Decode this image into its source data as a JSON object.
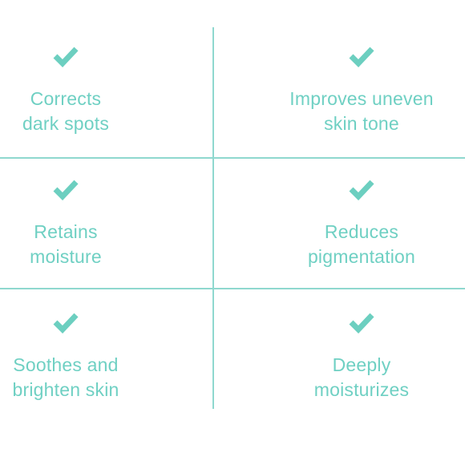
{
  "colors": {
    "accent": "#6fd0c3",
    "divider": "#8fd8cf",
    "check": "#6ccfc0",
    "background": "#ffffff"
  },
  "icons": {
    "check": "checkmark-icon"
  },
  "benefits": [
    {
      "line1": "Corrects",
      "line2": "dark spots"
    },
    {
      "line1": "Improves uneven",
      "line2": "skin tone"
    },
    {
      "line1": "Retains",
      "line2": "moisture"
    },
    {
      "line1": "Reduces",
      "line2": "pigmentation"
    },
    {
      "line1": "Soothes and",
      "line2": "brighten skin"
    },
    {
      "line1": "Deeply",
      "line2": "moisturizes"
    }
  ]
}
